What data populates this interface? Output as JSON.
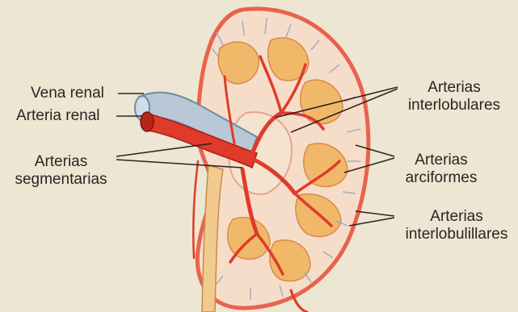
{
  "labels": {
    "vena_renal": "Vena renal",
    "arteria_renal": "Arteria renal",
    "arterias_segmentarias": {
      "line1": "Arterias",
      "line2": "segmentarias"
    },
    "arterias_interlobulares": {
      "line1": "Arterias",
      "line2": "interlobulares"
    },
    "arterias_arciformes": {
      "line1": "Arterias",
      "line2": "arciformes"
    },
    "arterias_interlobulillares": {
      "line1": "Arterias",
      "line2": "interlobulillares"
    }
  },
  "colors": {
    "background": "#ece6d3",
    "capsule": "#e8634e",
    "cortex": "#f6ddc9",
    "pyramid": "#f1b86a",
    "artery": "#e03a2a",
    "vein": "#b9c8d6",
    "leader_line": "#2a2522"
  }
}
